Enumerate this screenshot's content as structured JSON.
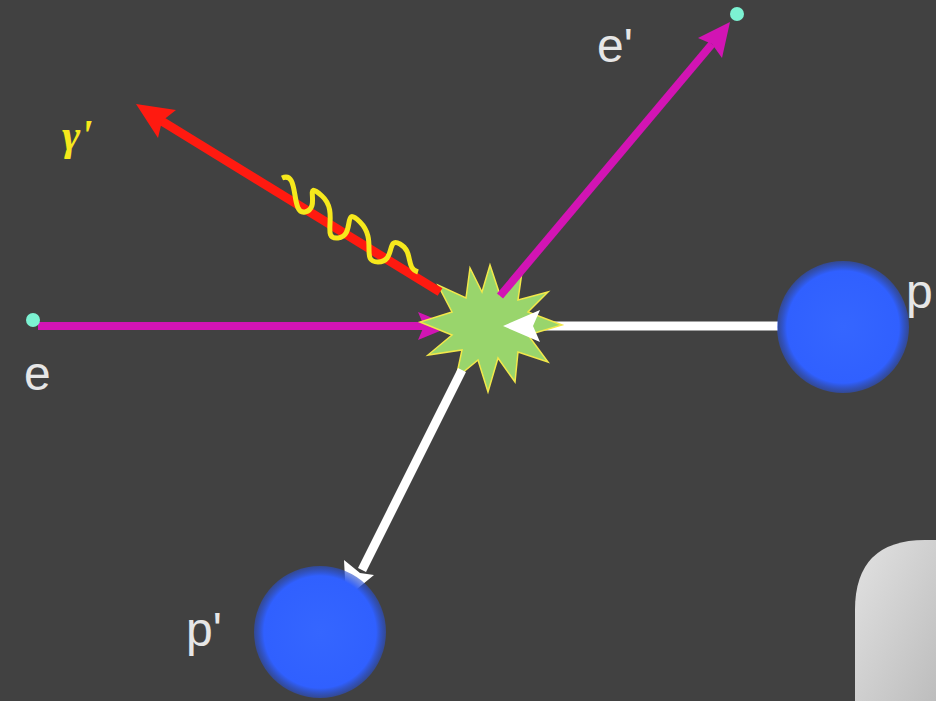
{
  "diagram": {
    "labels": [
      "e'",
      "γ'",
      "p",
      "e",
      "p'"
    ]
  }
}
